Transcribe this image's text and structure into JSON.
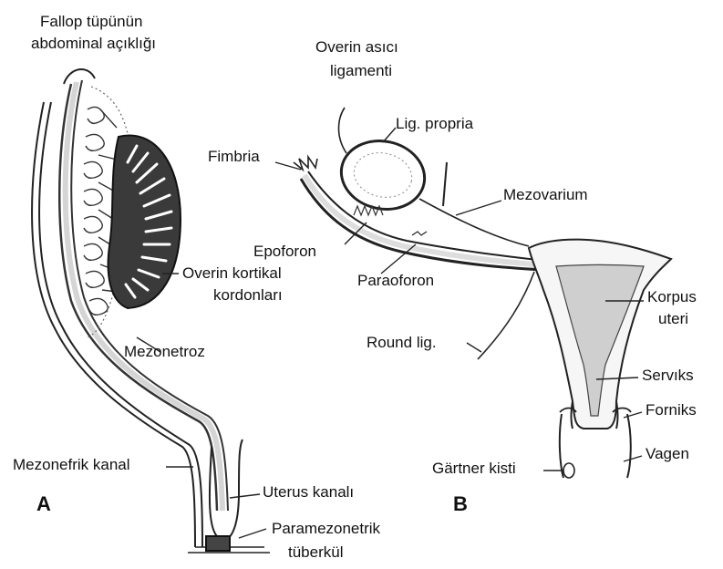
{
  "panels": {
    "a": "A",
    "b": "B"
  },
  "labels_a": {
    "fallop_line1": "Fallop tüpünün",
    "fallop_line2": "abdominal açıklığı",
    "overin_kortikal_line1": "Overin kortikal",
    "overin_kortikal_line2": "kordonları",
    "mezonetroz": "Mezonetroz",
    "mezonefrik_kanal": "Mezonefrik kanal",
    "uterus_kanali": "Uterus kanalı",
    "paramezonetrik_line1": "Paramezonetrik",
    "paramezonetrik_line2": "tüberkül"
  },
  "labels_b": {
    "overin_asici_line1": "Overin asıcı",
    "overin_asici_line2": "ligamenti",
    "lig_propria": "Lig. propria",
    "fimbria": "Fimbria",
    "mezovarium": "Mezovarium",
    "epoforon": "Epoforon",
    "paraoforon": "Paraoforon",
    "round_lig": "Round lig.",
    "korpus_line1": "Korpus",
    "korpus_line2": "uteri",
    "serviks": "Servıks",
    "forniks": "Forniks",
    "vagen": "Vagen",
    "gartner_kisti": "Gärtner kisti"
  }
}
